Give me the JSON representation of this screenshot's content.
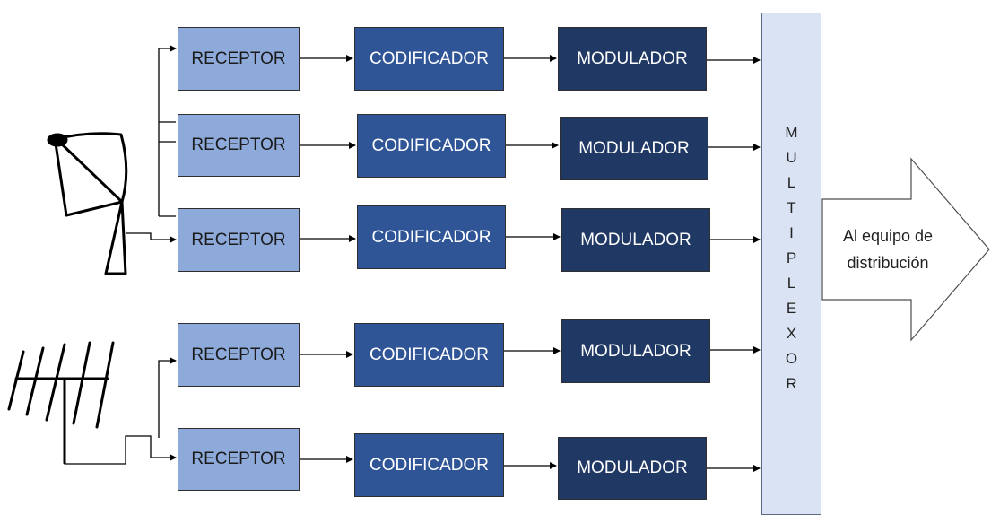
{
  "rows": [
    {
      "receptor": "RECEPTOR",
      "codificador": "CODIFICADOR",
      "modulador": "MODULADOR"
    },
    {
      "receptor": "RECEPTOR",
      "codificador": "CODIFICADOR",
      "modulador": "MODULADOR"
    },
    {
      "receptor": "RECEPTOR",
      "codificador": "CODIFICADOR",
      "modulador": "MODULADOR"
    },
    {
      "receptor": "RECEPTOR",
      "codificador": "CODIFICADOR",
      "modulador": "MODULADOR"
    },
    {
      "receptor": "RECEPTOR",
      "codificador": "CODIFICADOR",
      "modulador": "MODULADOR"
    }
  ],
  "multiplexor": {
    "letters": [
      "M",
      "U",
      "L",
      "T",
      "I",
      "P",
      "L",
      "E",
      "X",
      "O",
      "R"
    ]
  },
  "output": {
    "line1": "Al equipo de",
    "line2": "distribución"
  },
  "colors": {
    "receptor": "#8eaadb",
    "codificador": "#2f5597",
    "modulador": "#203864",
    "multiplexor": "#dae3f3"
  },
  "icons": [
    "satellite-dish-icon",
    "antenna-icon"
  ]
}
